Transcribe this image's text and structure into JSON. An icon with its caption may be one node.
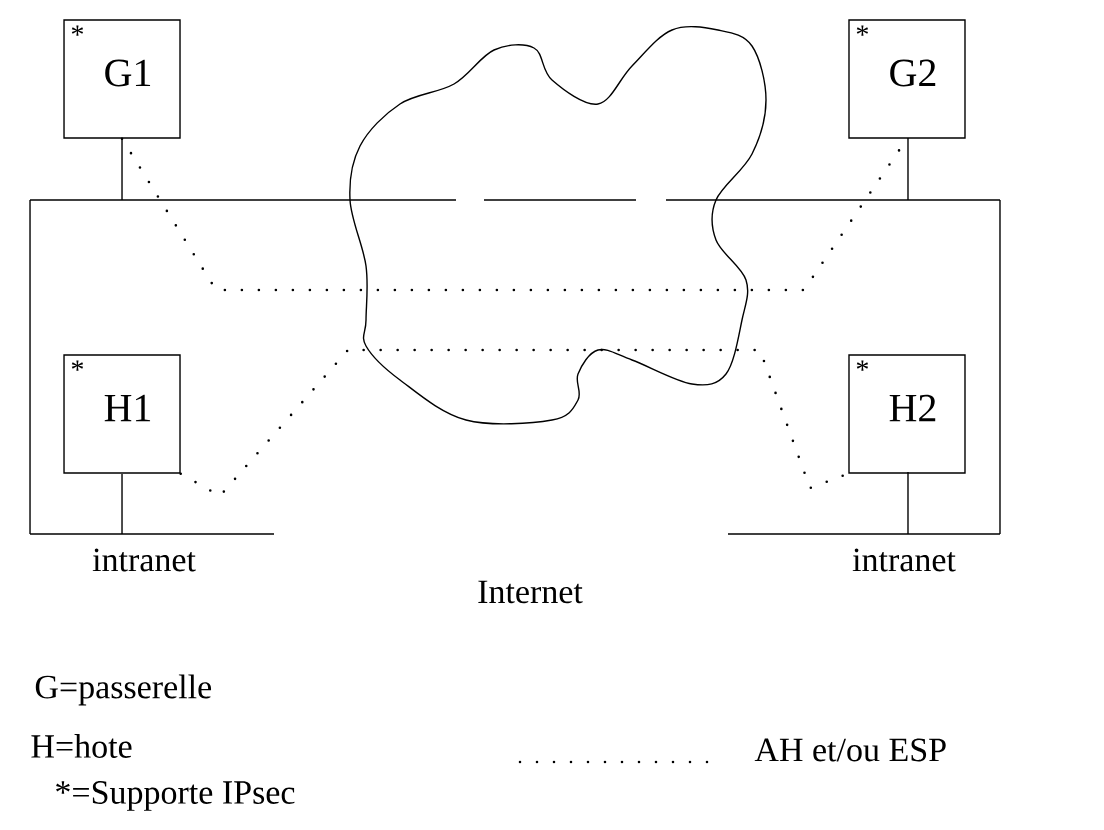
{
  "diagram": {
    "nodes": [
      {
        "text": [
          "*",
          "G1"
        ]
      },
      {
        "text": [
          "*",
          "G2"
        ]
      },
      {
        "text": [
          "*",
          "H1"
        ]
      },
      {
        "text": [
          "*",
          "H2"
        ]
      }
    ],
    "edges": [
      {
        "from": 0,
        "to": 1,
        "arrow": "none"
      },
      {
        "from": 2,
        "to": 3,
        "arrow": "none"
      }
    ],
    "labels": [
      "intranet",
      "intranet",
      "Internet",
      "G=passerelle",
      "H=hote",
      "*=Supporte IPsec"
    ],
    "legend": [
      {
        "text": "AH et/ou ESP"
      }
    ]
  }
}
